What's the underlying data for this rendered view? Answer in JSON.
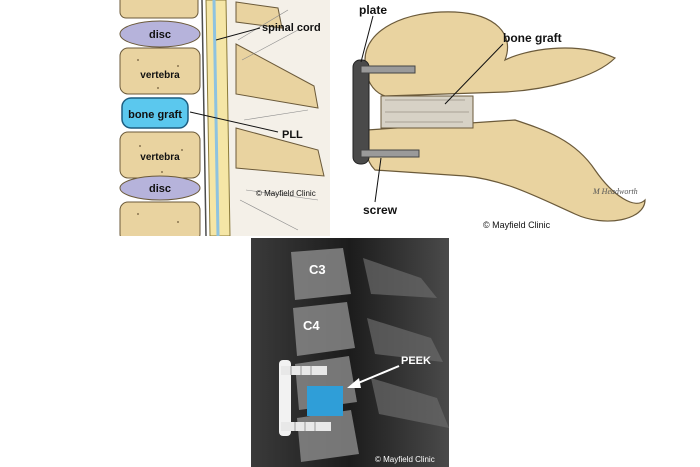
{
  "panel1": {
    "labels": {
      "disc_top": "disc",
      "vertebra_top": "vertebra",
      "bone_graft": "bone graft",
      "vertebra_bottom": "vertebra",
      "disc_bottom": "disc",
      "spinal_cord": "spinal cord",
      "pll": "PLL"
    },
    "copyright": "© Mayfield Clinic"
  },
  "panel2": {
    "labels": {
      "plate": "plate",
      "bone_graft": "bone graft",
      "screw": "screw"
    },
    "signature": "M Headworth",
    "copyright": "© Mayfield Clinic"
  },
  "panel3": {
    "labels": {
      "c3": "C3",
      "c4": "C4",
      "peek": "PEEK"
    },
    "copyright": "© Mayfield Clinic"
  },
  "colors": {
    "bone": "#e9d3a0",
    "disc": "#b6b3db",
    "graft": "#5bc8ee",
    "cord": "#f5e6a6",
    "peek_implant": "#2f9ed8"
  }
}
